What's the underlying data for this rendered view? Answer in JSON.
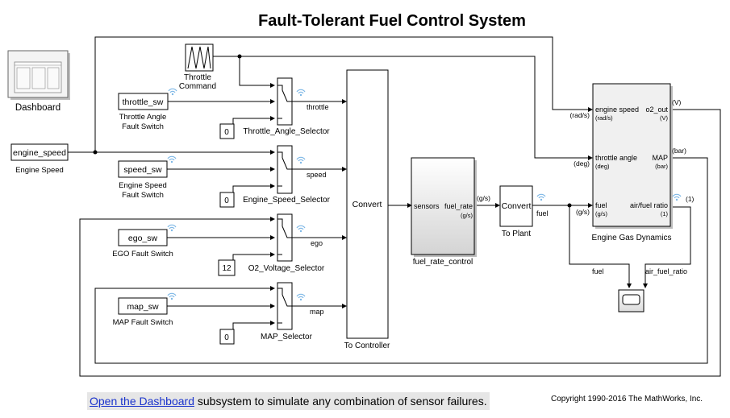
{
  "title": "Fault-Tolerant Fuel Control System",
  "dashboard": {
    "label": "Dashboard"
  },
  "throttle_command": {
    "label_line1": "Throttle",
    "label_line2": "Command"
  },
  "engine_speed_src": {
    "value": "engine_speed",
    "label": "Engine Speed"
  },
  "switches": [
    {
      "value": "throttle_sw",
      "label_line1": "Throttle Angle",
      "label_line2": "Fault Switch"
    },
    {
      "value": "speed_sw",
      "label_line1": "Engine Speed",
      "label_line2": "Fault Switch"
    },
    {
      "value": "ego_sw",
      "label_line1": "EGO Fault Switch",
      "label_line2": ""
    },
    {
      "value": "map_sw",
      "label_line1": "MAP Fault Switch",
      "label_line2": ""
    }
  ],
  "constants": [
    "0",
    "0",
    "12",
    "0"
  ],
  "selectors": [
    {
      "name": "Throttle_Angle_Selector",
      "signal": "throttle"
    },
    {
      "name": "Engine_Speed_Selector",
      "signal": "speed"
    },
    {
      "name": "O2_Voltage_Selector",
      "signal": "ego"
    },
    {
      "name": "MAP_Selector",
      "signal": "map"
    }
  ],
  "to_controller": {
    "text": "Convert",
    "label": "To Controller"
  },
  "fuel_rate_control": {
    "label": "fuel_rate_control",
    "in_port": "sensors",
    "out_port": "fuel_rate",
    "out_unit": "(g/s)"
  },
  "to_plant": {
    "text": "Convert",
    "label": "To Plant",
    "in_unit": "(g/s)",
    "out_signal": "fuel"
  },
  "engine": {
    "label": "Engine Gas Dynamics",
    "in_ports": [
      {
        "name": "engine speed",
        "unit": "(rad/s)",
        "ext_unit": "(rad/s)"
      },
      {
        "name": "throttle angle",
        "unit": "(deg)",
        "ext_unit": "(deg)"
      },
      {
        "name": "fuel",
        "unit": "(g/s)",
        "ext_unit": "(g/s)"
      }
    ],
    "out_ports": [
      {
        "name": "o2_out",
        "unit": "(V)",
        "ext_unit": "(V)"
      },
      {
        "name": "MAP",
        "unit": "(bar)",
        "ext_unit": "(bar)"
      },
      {
        "name": "air/fuel ratio",
        "unit": "(1)",
        "ext_unit": "(1)"
      }
    ]
  },
  "scope_signals": {
    "fuel": "fuel",
    "afr": "air_fuel_ratio"
  },
  "footer": {
    "link_text": "Open the Dashboard",
    "rest_text": " subsystem to simulate any combination of sensor failures."
  },
  "copyright": "Copyright 1990-2016 The MathWorks, Inc.",
  "colors": {
    "signal_logging_icon": "#7fb8e6",
    "link": "#1a33cc",
    "note_bg": "#e6e6e6"
  }
}
